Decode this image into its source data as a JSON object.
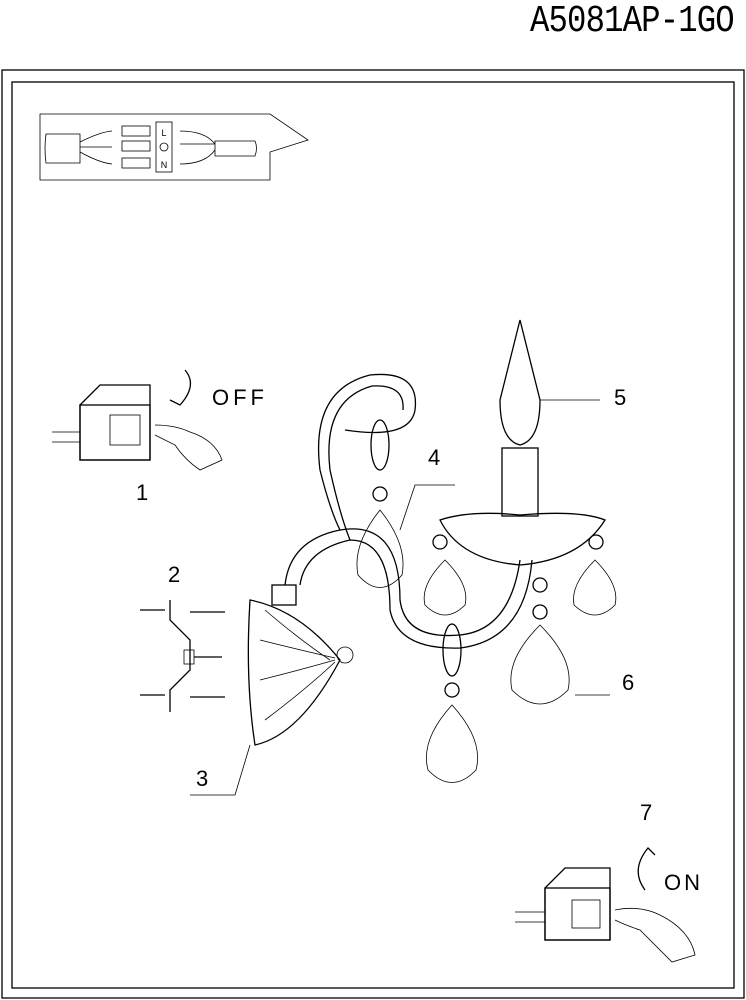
{
  "title": "A5081AP-1GO",
  "wiring": {
    "terminal_live": "L",
    "terminal_neutral": "N"
  },
  "steps": {
    "switch_off": "OFF",
    "switch_on": "ON",
    "labels": [
      "1",
      "2",
      "3",
      "4",
      "5",
      "6",
      "7"
    ]
  }
}
